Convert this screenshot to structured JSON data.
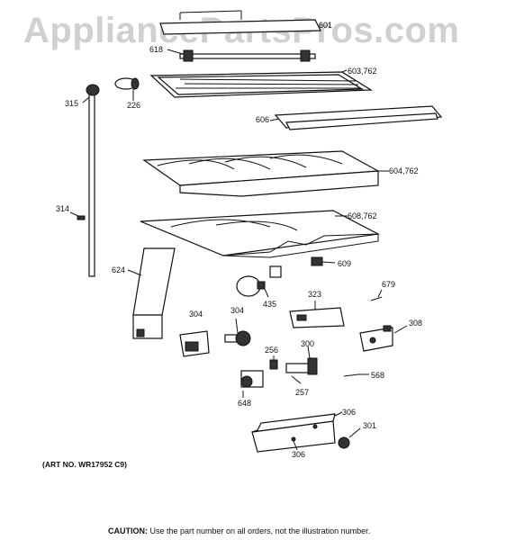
{
  "watermark": {
    "text": "AppliancePartsPros.com"
  },
  "art_number": "(ART NO. WR17952 C9)",
  "caution": {
    "prefix": "CAUTION:",
    "text": " Use the part number on all orders, not the illustration number."
  },
  "callouts": {
    "c601": "601",
    "c618": "618",
    "c603": "603,762",
    "c226": "226",
    "c315": "315",
    "c606": "606",
    "c604": "604,762",
    "c314": "314",
    "c608": "608,762",
    "c609": "609",
    "c624": "624",
    "c679": "679",
    "c435": "435",
    "c323": "323",
    "c304a": "304",
    "c304b": "304",
    "c308": "308",
    "c256": "256",
    "c300": "300",
    "c568": "568",
    "c648": "648",
    "c257": "257",
    "c306a": "306",
    "c301": "301",
    "c306b": "306"
  }
}
